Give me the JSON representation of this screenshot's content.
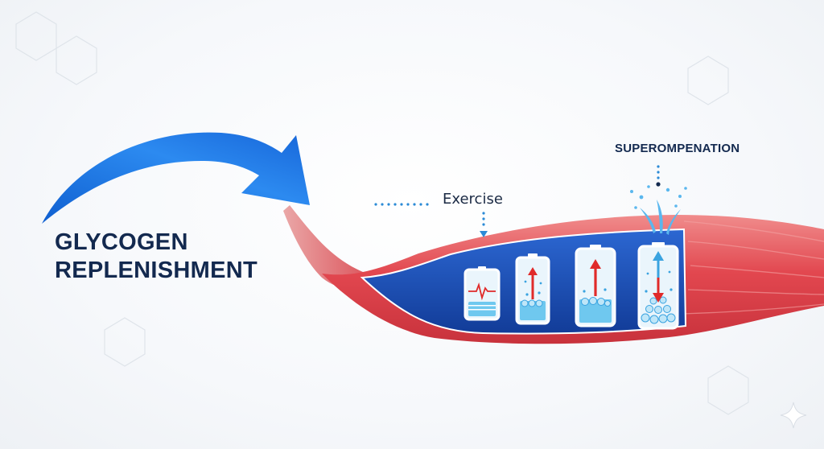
{
  "title": {
    "line1": "GLYCOGEN",
    "line2": "REPLENISHMENT"
  },
  "labels": {
    "exercise": "Exercise",
    "supercompensation": "SUPEROMPENATION"
  },
  "stages": [
    {
      "icon": "battery-depleted-icon",
      "level": 0.15
    },
    {
      "icon": "battery-low-icon",
      "level": 0.35
    },
    {
      "icon": "battery-medium-icon",
      "level": 0.45
    },
    {
      "icon": "battery-overflow-icon",
      "level": 1.0
    }
  ],
  "colors": {
    "title": "#13294f",
    "arrow": "#1f6fd6",
    "muscle": "#e0464f",
    "muscle_inner": "#1d4fb8",
    "glycogen": "#6fc8ef",
    "accent_red": "#e02a2a",
    "dots": "#2b8ad6"
  }
}
